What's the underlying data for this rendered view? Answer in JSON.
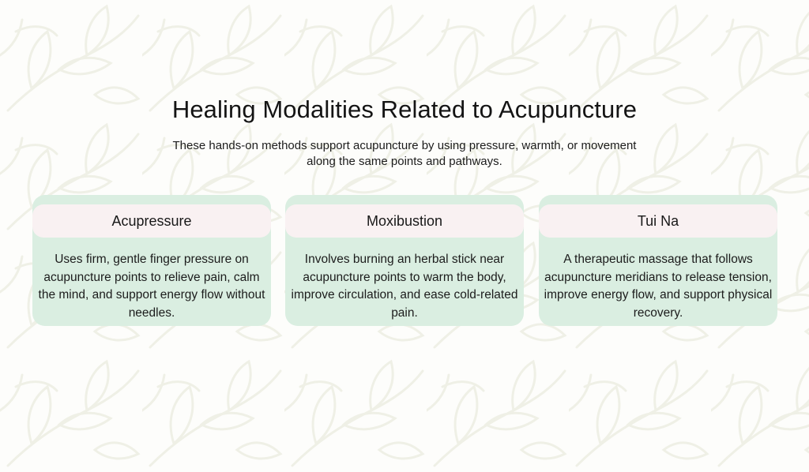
{
  "page": {
    "title": "Healing Modalities Related to Acupuncture",
    "subtitle": "These hands-on methods support acupuncture by using pressure, warmth, or movement along the same points and pathways.",
    "background": "leaf-pattern"
  },
  "colors": {
    "background": "#fdfdfb",
    "card": "#daeee1",
    "card_header": "#f9f1f2",
    "text": "#161616"
  },
  "cards": [
    {
      "heading": "Acupressure",
      "text": "Uses firm, gentle finger pressure on acupuncture points to relieve pain, calm the mind, and support energy flow without needles."
    },
    {
      "heading": "Moxibustion",
      "text": "Involves burning an herbal stick near acupuncture points to warm the body, improve circulation, and ease cold-related pain."
    },
    {
      "heading": "Tui Na",
      "text": "A therapeutic massage that follows acupuncture meridians to release tension, improve energy flow, and support physical recovery."
    }
  ]
}
